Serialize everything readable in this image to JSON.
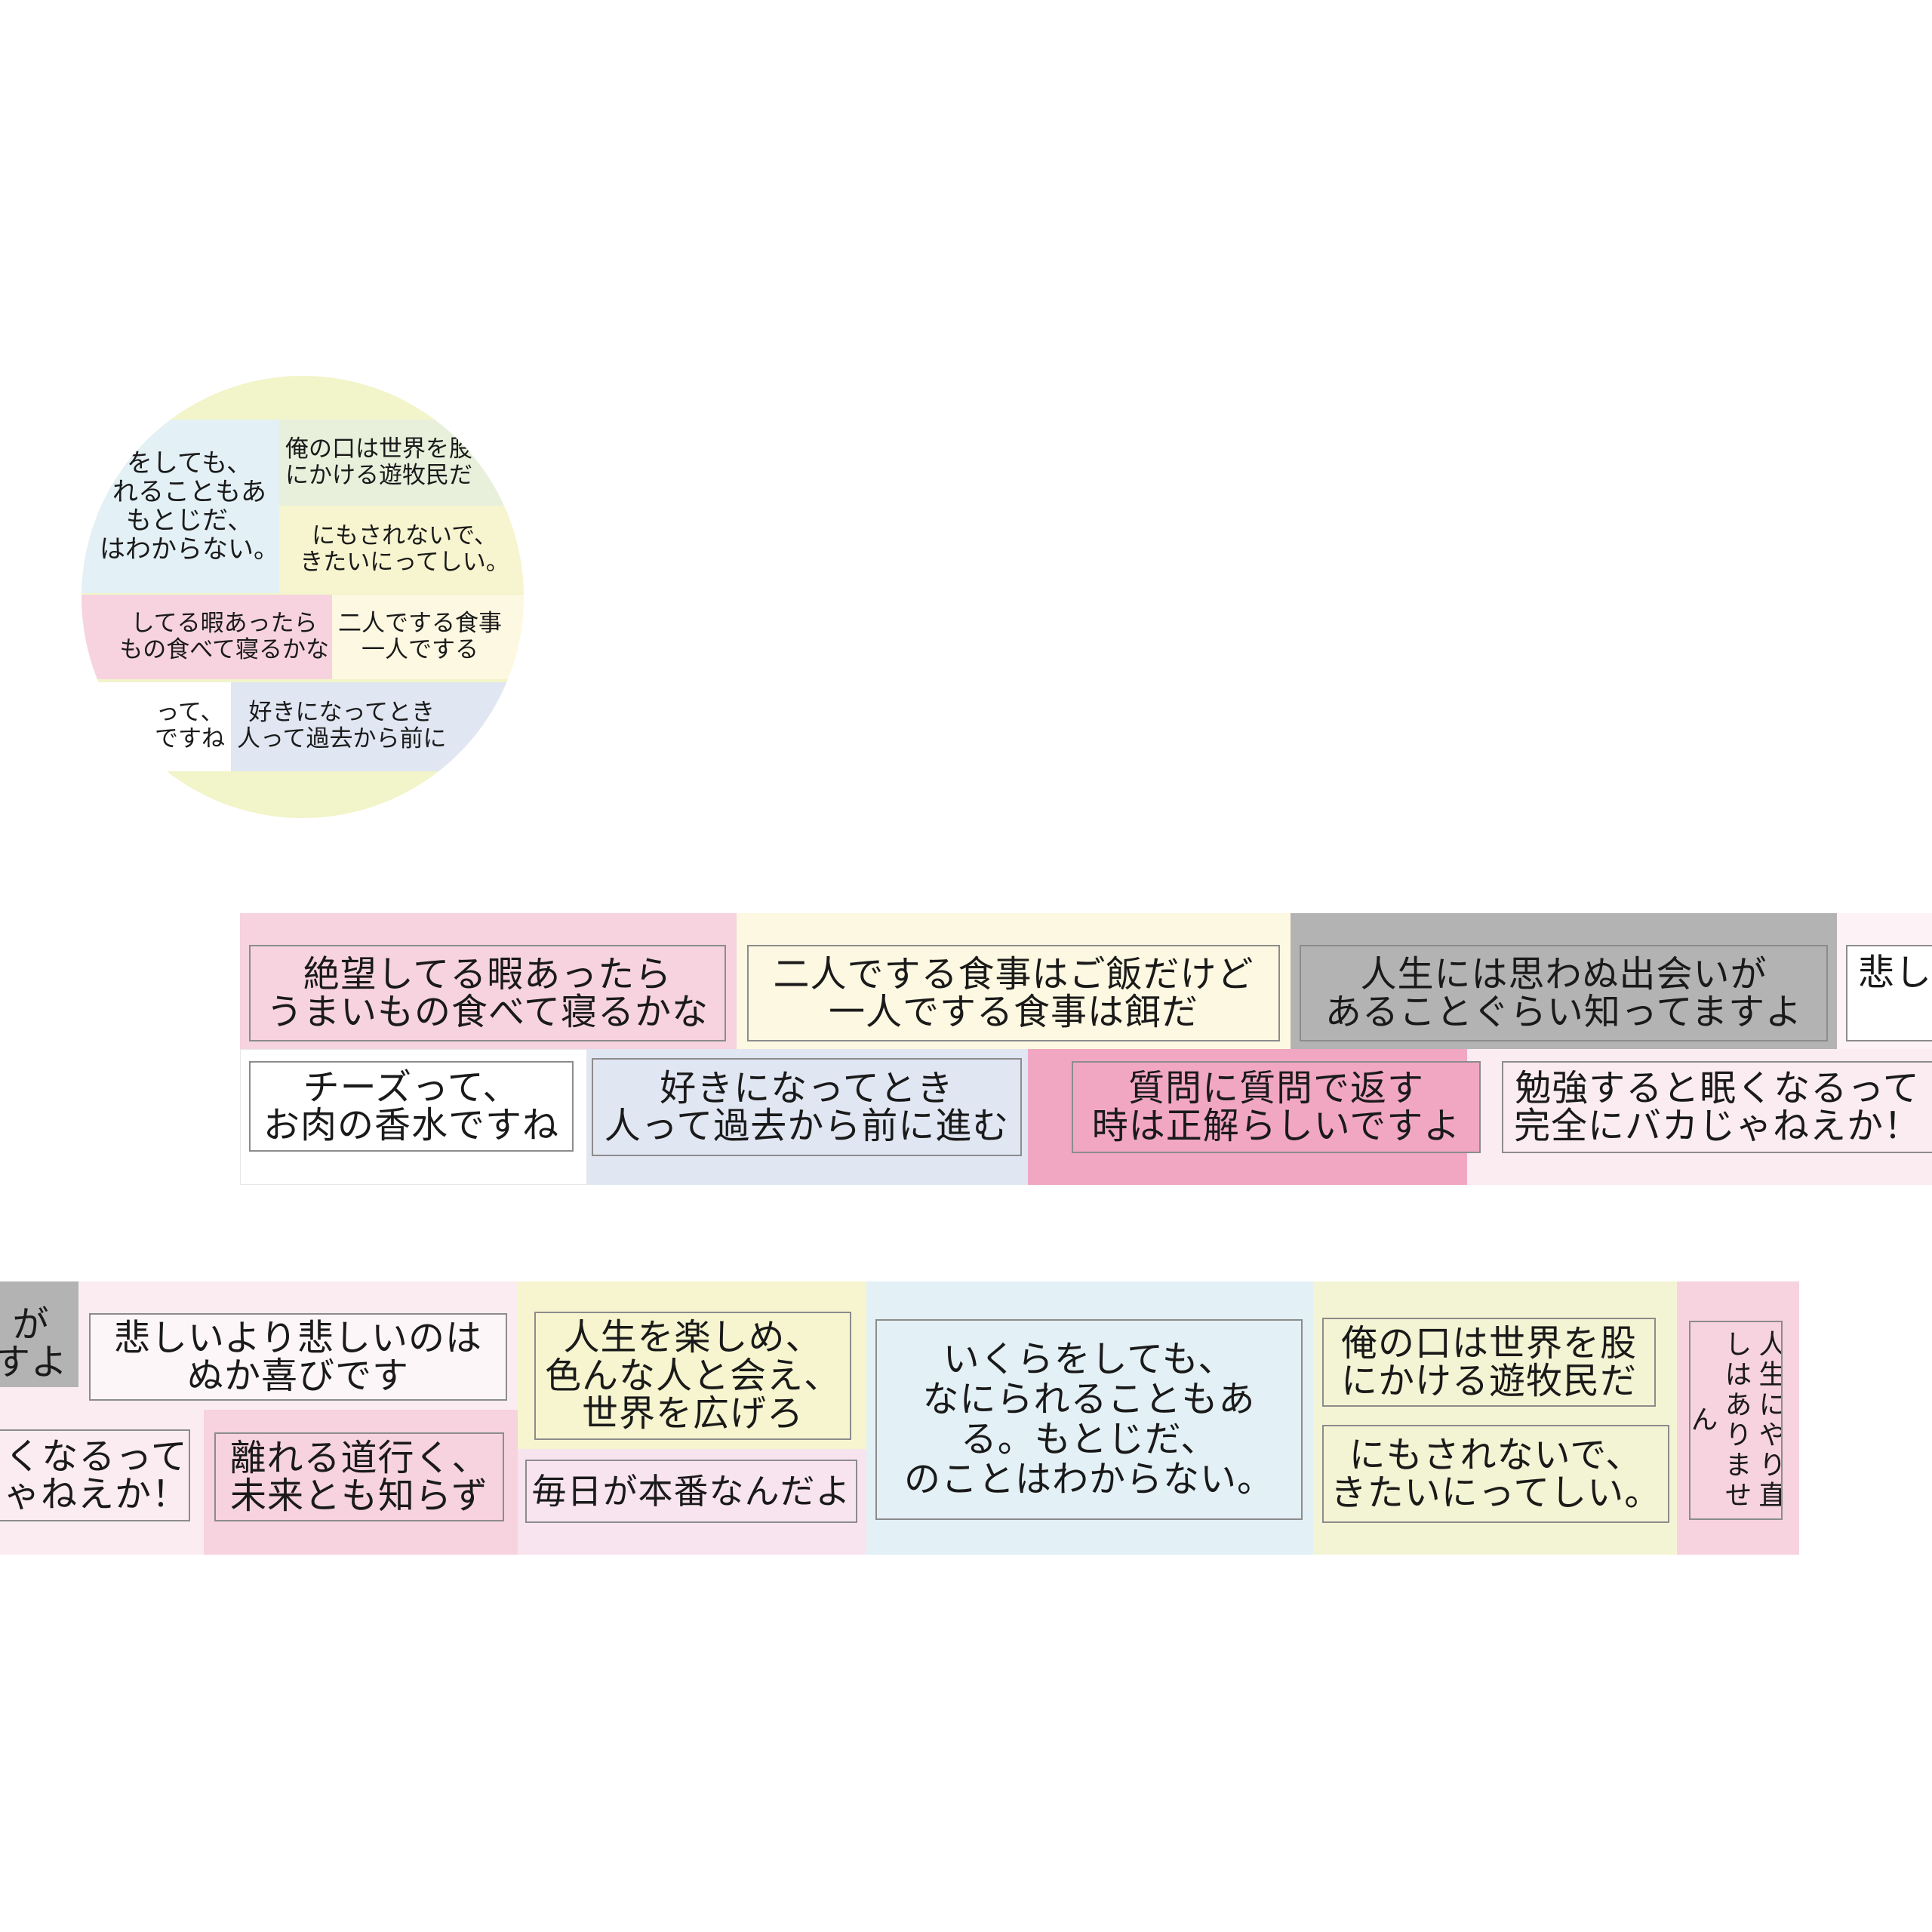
{
  "colors": {
    "pink": "#f6d3de",
    "cream": "#fdf8e1",
    "gray": "#b3b3b3",
    "white": "#ffffff",
    "blue": "#e1e6f3",
    "hotpink": "#f1a7c2",
    "lightpink": "#fbecf1",
    "yellow": "#f6f5cf",
    "lightblue": "#e3f0f5",
    "lightyellow": "#f3f4d3",
    "roll_base": "#f2f4c9"
  },
  "roll": {
    "labels": [
      "をしても、\nれることもあ\nもとじだ、\nはわからない。",
      "俺の口は世界を股\nにかける遊牧民だ",
      "にもされないで、\nきたいにってしい。",
      "してる暇あったら\nもの食べて寝るかな",
      "二人でする食事\n一人でする",
      "って、\nですね",
      "好きになってとき\n人って過去から前に"
    ]
  },
  "tape_top": {
    "row1": [
      "絶望してる暇あったら\nうまいもの食べて寝るかな",
      "二人でする食事はご飯だけど\n一人でする食事は餌だ",
      "人生には思わぬ出会いが\nあることぐらい知ってますよ",
      "悲し"
    ],
    "row2": [
      "チーズって、\nお肉の香水ですね",
      "好きになってとき\n人って過去から前に進む",
      "質問に質問で返す\n時は正解らしいですよ",
      "勉強すると眠くなるって\n完全にバカじゃねえか！"
    ]
  },
  "tape_bottom": {
    "labels": [
      "が\nすよ",
      "悲しいより悲しいのは\nぬか喜びです",
      "くなるって\nゃねえか！",
      "離れる道行く、\n未来とも知らず",
      "人生を楽しめ、\n色んな人と会え、\n世界を広げろ",
      "毎日が本番なんだよ",
      "いくらをしても、\nなにられることもあ\nる。もとじだ、\nのことはわからない。",
      "俺の口は世界を股\nにかける遊牧民だ",
      "にもされないで、\nきたいにってしい。",
      "人生にやり直\nしはありません"
    ]
  }
}
